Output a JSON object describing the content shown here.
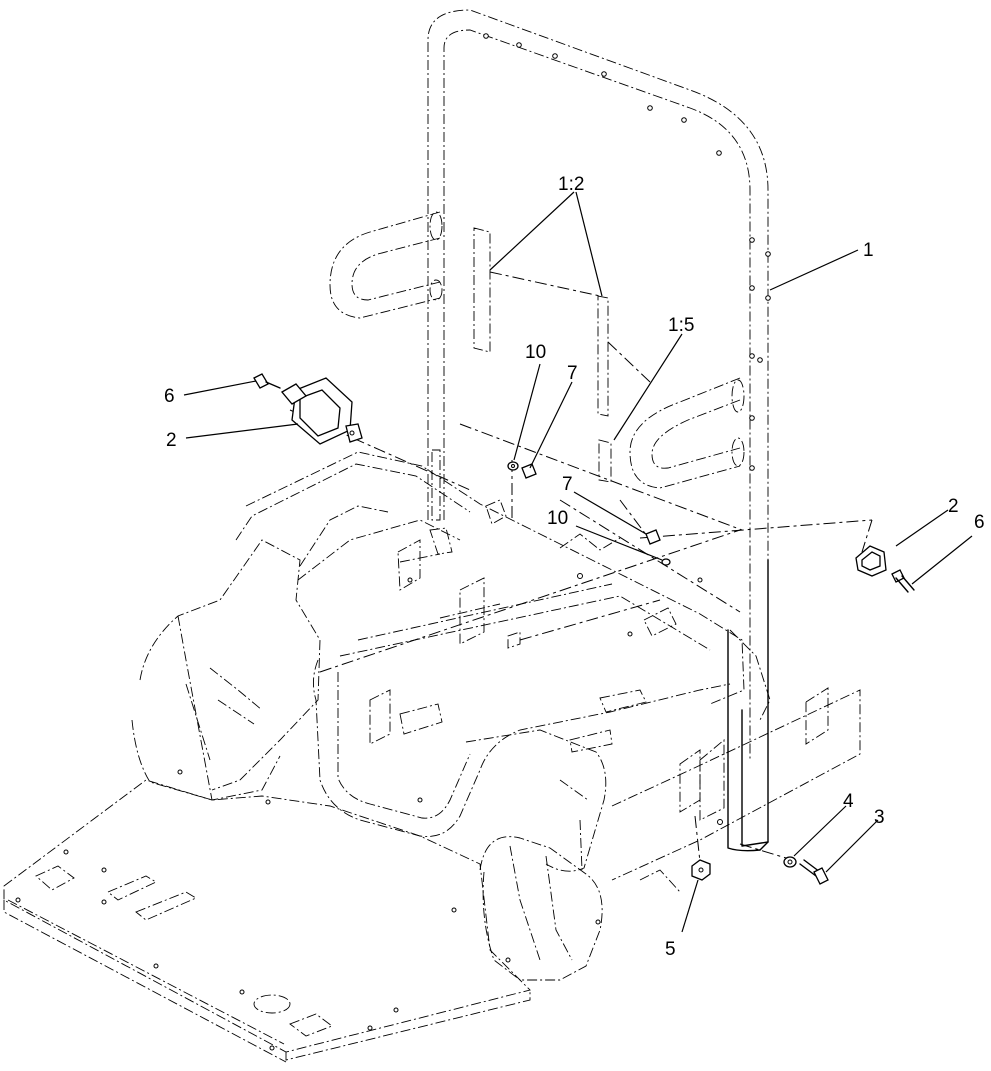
{
  "callouts": [
    {
      "id": "c1",
      "label": "1"
    },
    {
      "id": "c1-2",
      "label": "1:2"
    },
    {
      "id": "c1-5",
      "label": "1:5"
    },
    {
      "id": "c2a",
      "label": "2"
    },
    {
      "id": "c2b",
      "label": "2"
    },
    {
      "id": "c3",
      "label": "3"
    },
    {
      "id": "c4",
      "label": "4"
    },
    {
      "id": "c5",
      "label": "5"
    },
    {
      "id": "c6a",
      "label": "6"
    },
    {
      "id": "c6b",
      "label": "6"
    },
    {
      "id": "c7a",
      "label": "7"
    },
    {
      "id": "c7b",
      "label": "7"
    },
    {
      "id": "c10a",
      "label": "10"
    },
    {
      "id": "c10b",
      "label": "10"
    }
  ]
}
